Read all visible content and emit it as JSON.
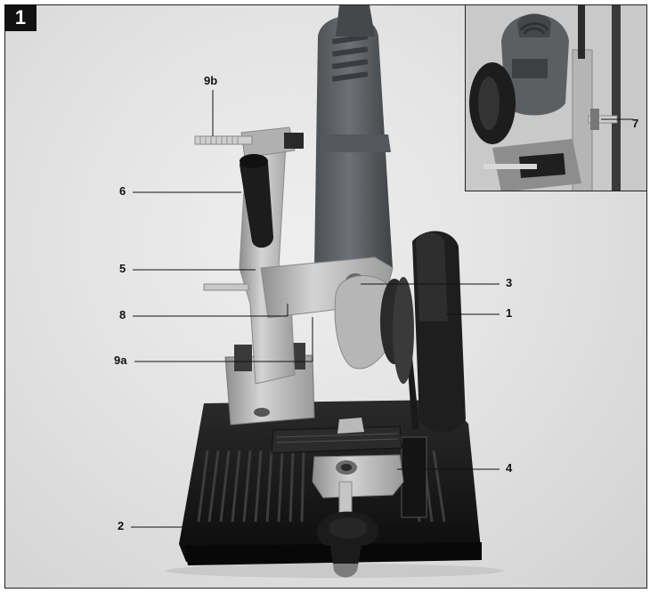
{
  "figure": {
    "number": "1"
  },
  "callouts": {
    "c9b": "9b",
    "c6": "6",
    "c5": "5",
    "c8": "8",
    "c9a": "9a",
    "c2": "2",
    "c3": "3",
    "c1": "1",
    "c4": "4",
    "c7": "7"
  }
}
